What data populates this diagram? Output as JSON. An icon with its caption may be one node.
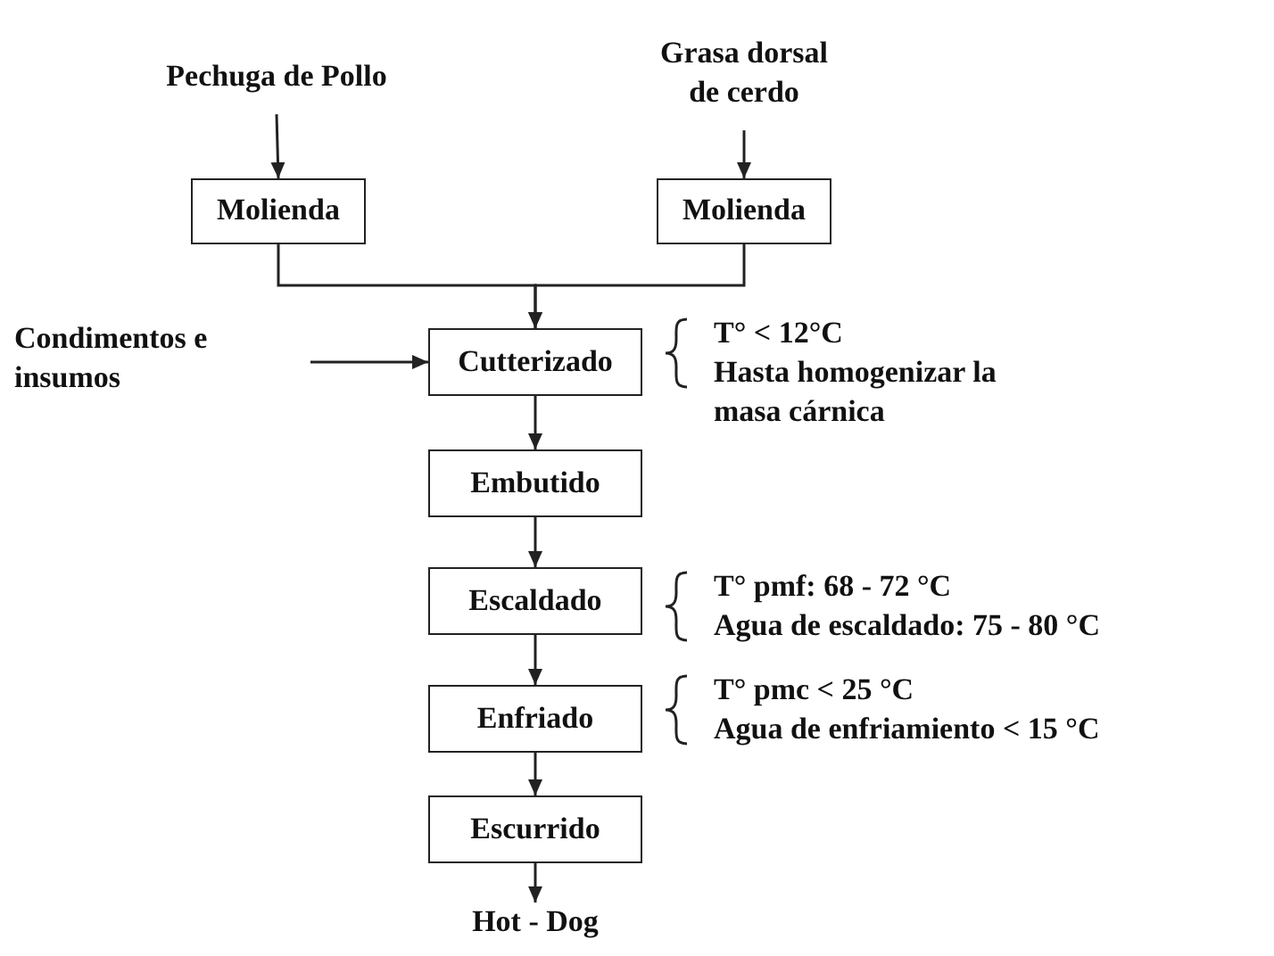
{
  "diagram": {
    "nodes": [
      {
        "text": [
          "Pechuga de Pollo"
        ]
      },
      {
        "text": [
          "Grasa dorsal de cerdo"
        ]
      },
      {
        "text": [
          "Molienda"
        ]
      },
      {
        "text": [
          "Molienda"
        ]
      },
      {
        "text": [
          "Condimentos e insumos"
        ]
      },
      {
        "text": [
          "Cutterizado"
        ],
        "beside": [
          "T° < 12°C",
          "Hasta homogenizar la masa cárnica"
        ]
      },
      {
        "text": [
          "Embutido"
        ]
      },
      {
        "text": [
          "Escaldado"
        ],
        "beside": [
          "T° pmf: 68 - 72 °C",
          "Agua de escaldado: 75 - 80 °C"
        ]
      },
      {
        "text": [
          "Enfriado"
        ],
        "beside": [
          "T° pmc < 25 °C",
          "Agua de enfriamiento < 15 °C"
        ]
      },
      {
        "text": [
          "Escurrido"
        ]
      },
      {
        "text": [
          "Hot - Dog"
        ]
      }
    ],
    "edges": [
      {
        "from": 0,
        "to": 2,
        "arrow": "to"
      },
      {
        "from": 1,
        "to": 3,
        "arrow": "to"
      },
      {
        "from": 2,
        "to": 5,
        "arrow": "to"
      },
      {
        "from": 3,
        "to": 5,
        "arrow": "to"
      },
      {
        "from": 4,
        "to": 5,
        "arrow": "to"
      },
      {
        "from": 5,
        "to": 6,
        "arrow": "to"
      },
      {
        "from": 6,
        "to": 7,
        "arrow": "to"
      },
      {
        "from": 7,
        "to": 8,
        "arrow": "to"
      },
      {
        "from": 8,
        "to": 9,
        "arrow": "to"
      },
      {
        "from": 9,
        "to": 10,
        "arrow": "to"
      }
    ]
  }
}
